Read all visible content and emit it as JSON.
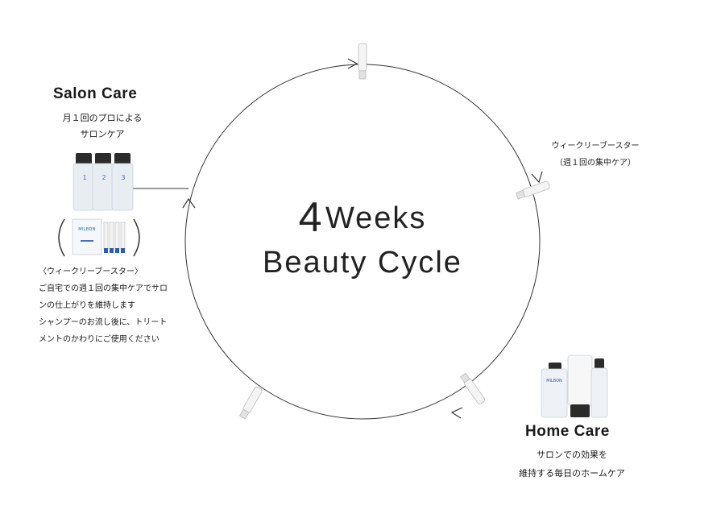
{
  "center": {
    "line1_num": "4",
    "line1_word": "Weeks",
    "line2": "Beauty Cycle"
  },
  "salon_care": {
    "title": "Salon Care",
    "subtitle_1": "月１回のプロによる",
    "subtitle_2": "サロンケア",
    "bottle_labels": [
      "1",
      "2",
      "3"
    ],
    "brand": "MILBON"
  },
  "weekly_booster_top": {
    "line1": "ウィークリーブースター",
    "line2": "（週１回の集中ケア）"
  },
  "salon_desc": {
    "line1": "〈ウィークリーブースター〉",
    "line2": "ご自宅での週１回の集中ケアでサロ",
    "line3": "ンの仕上がりを維持します",
    "line4": "シャンプーのお流し後に、トリート",
    "line5": "メントのかわりにご使用ください"
  },
  "home_care": {
    "title": "Home Care",
    "subtitle_1": "サロンでの効果を",
    "subtitle_2": "維持する毎日のホームケア",
    "brand": "MILBON"
  },
  "colors": {
    "line": "#333333",
    "booster_blue": "#2a5db0",
    "bottle": "#e9eef3",
    "cap": "#2b2b2b"
  }
}
